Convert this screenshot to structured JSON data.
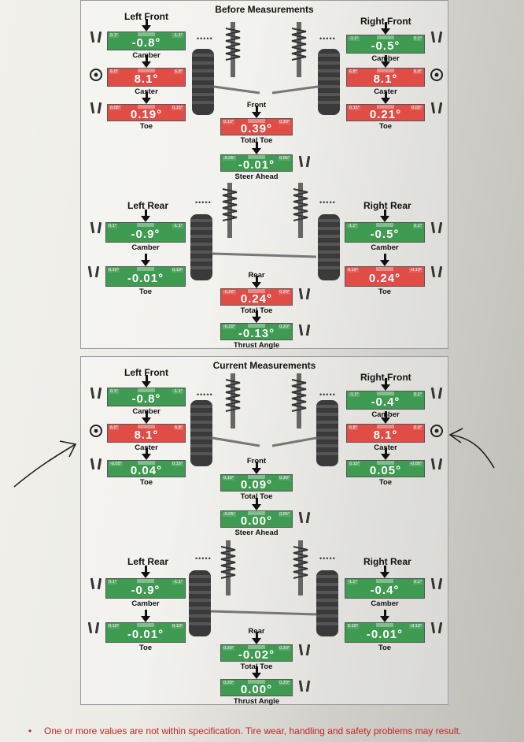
{
  "before": {
    "title": "Before Measurements",
    "left_front": {
      "heading": "Left Front",
      "camber": {
        "label": "Camber",
        "value": "-0.8°",
        "min": "0.1°",
        "max": "-1.1°",
        "status": "green"
      },
      "caster": {
        "label": "Caster",
        "value": "8.1°",
        "min": "6.0°",
        "max": "6.8°",
        "status": "red"
      },
      "toe": {
        "label": "Toe",
        "value": "0.19°",
        "min": "0.05°",
        "max": "0.15°",
        "status": "red"
      }
    },
    "right_front": {
      "heading": "Right Front",
      "camber": {
        "label": "Camber",
        "value": "-0.5°",
        "min": "-1.1°",
        "max": "0.1°",
        "status": "green"
      },
      "caster": {
        "label": "Caster",
        "value": "8.1°",
        "min": "6.8°",
        "max": "6.0°",
        "status": "red"
      },
      "toe": {
        "label": "Toe",
        "value": "0.21°",
        "min": "0.15°",
        "max": "0.05°",
        "status": "red"
      }
    },
    "front_total_toe": {
      "heading": "Front",
      "label": "Total Toe",
      "value": "0.39°",
      "min": "0.10°",
      "max": "0.30°",
      "status": "red"
    },
    "steer_ahead": {
      "label": "Steer Ahead",
      "value": "-0.01°",
      "min": "-0.05°",
      "max": "0.05°",
      "status": "green"
    },
    "left_rear": {
      "heading": "Left Rear",
      "camber": {
        "label": "Camber",
        "value": "-0.9°",
        "min": "0.1°",
        "max": "-1.1°",
        "status": "green"
      },
      "toe": {
        "label": "Toe",
        "value": "-0.01°",
        "min": "0.10°",
        "max": "0.10°",
        "status": "green"
      }
    },
    "right_rear": {
      "heading": "Right Rear",
      "camber": {
        "label": "Camber",
        "value": "-0.5°",
        "min": "-1.1°",
        "max": "0.1°",
        "status": "green"
      },
      "toe": {
        "label": "Toe",
        "value": "0.24°",
        "min": "0.10°",
        "max": "-0.10°",
        "status": "red"
      }
    },
    "rear_total_toe": {
      "heading": "Rear",
      "label": "Total Toe",
      "value": "0.24°",
      "min": "-0.20°",
      "max": "0.20°",
      "status": "red"
    },
    "thrust_angle": {
      "label": "Thrust Angle",
      "value": "-0.13°",
      "min": "-0.20°",
      "max": "0.20°",
      "status": "green"
    }
  },
  "current": {
    "title": "Current Measurements",
    "left_front": {
      "heading": "Left Front",
      "camber": {
        "label": "Camber",
        "value": "-0.8°",
        "min": "0.1°",
        "max": "-1.1°",
        "status": "green"
      },
      "caster": {
        "label": "Caster",
        "value": "8.1°",
        "min": "6.0°",
        "max": "6.8°",
        "status": "red"
      },
      "toe": {
        "label": "Toe",
        "value": "0.04°",
        "min": "-0.05°",
        "max": "0.15°",
        "status": "green"
      }
    },
    "right_front": {
      "heading": "Right Front",
      "camber": {
        "label": "Camber",
        "value": "-0.4°",
        "min": "-1.1°",
        "max": "0.1°",
        "status": "green"
      },
      "caster": {
        "label": "Caster",
        "value": "8.1°",
        "min": "6.8°",
        "max": "6.0°",
        "status": "red"
      },
      "toe": {
        "label": "Toe",
        "value": "0.05°",
        "min": "0.15°",
        "max": "-0.05°",
        "status": "green"
      }
    },
    "front_total_toe": {
      "heading": "Front",
      "label": "Total Toe",
      "value": "0.09°",
      "min": "0.10°",
      "max": "0.30°",
      "status": "green"
    },
    "steer_ahead": {
      "label": "Steer Ahead",
      "value": "0.00°",
      "min": "-0.05°",
      "max": "0.05°",
      "status": "green"
    },
    "left_rear": {
      "heading": "Left Rear",
      "camber": {
        "label": "Camber",
        "value": "-0.9°",
        "min": "0.1°",
        "max": "-1.1°",
        "status": "green"
      },
      "toe": {
        "label": "Toe",
        "value": "-0.01°",
        "min": "0.10°",
        "max": "0.10°",
        "status": "green"
      }
    },
    "right_rear": {
      "heading": "Right Rear",
      "camber": {
        "label": "Camber",
        "value": "-0.4°",
        "min": "-1.1°",
        "max": "0.1°",
        "status": "green"
      },
      "toe": {
        "label": "Toe",
        "value": "-0.01°",
        "min": "0.10°",
        "max": "-0.10°",
        "status": "green"
      }
    },
    "rear_total_toe": {
      "heading": "Rear",
      "label": "Total Toe",
      "value": "-0.02°",
      "min": "0.20°",
      "max": "0.20°",
      "status": "green"
    },
    "thrust_angle": {
      "label": "Thrust Angle",
      "value": "0.00°",
      "min": "0.20°",
      "max": "0.20°",
      "status": "green"
    }
  },
  "dots": "•••••",
  "footer": {
    "bullet": "•",
    "warning": "One or more values are not within specification. Tire wear, handling and safety problems may result."
  },
  "colors": {
    "in_spec": "#3f9a52",
    "out_of_spec": "#e04d47",
    "warning_text": "#c02520"
  }
}
